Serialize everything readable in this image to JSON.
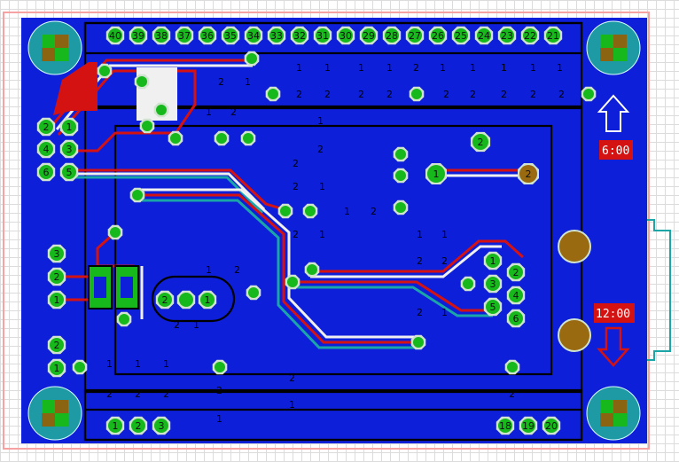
{
  "colors": {
    "copper": "#0e1fd9",
    "board_outline": "#f6a2a2",
    "via_ring": "#cfe3cf",
    "pad_green": "#17b81c",
    "trace_red": "#d51212",
    "trace_white": "#f0f0f0",
    "teal": "#1aa6a6",
    "mount_hole": "#1d9aa3",
    "mount_center": "#8a6410",
    "big_pad": "#9a6a10"
  },
  "header_top_pins": [
    "40",
    "39",
    "38",
    "37",
    "36",
    "35",
    "34",
    "33",
    "32",
    "31",
    "30",
    "29",
    "28",
    "27",
    "26",
    "25",
    "24",
    "23",
    "22",
    "21"
  ],
  "header_bottom_left": [
    "1",
    "2",
    "3"
  ],
  "header_bottom_right": [
    "18",
    "19",
    "20"
  ],
  "left_connector": [
    "2",
    "1",
    "4",
    "3",
    "6",
    "5"
  ],
  "left_pins_mid": [
    "3",
    "2",
    "1"
  ],
  "left_pins_low": [
    "2",
    "1"
  ],
  "crystal_pins": [
    "2",
    "1"
  ],
  "right_connector": [
    "1",
    "2",
    "3",
    "4",
    "5",
    "6"
  ],
  "top_right_pad": "2",
  "mid_pad_left": "1",
  "mid_pad_right": "2",
  "silk_labels_row1": [
    "1",
    "1",
    "1",
    "1",
    "1",
    "1",
    "1",
    "1",
    "1",
    "1",
    "1",
    "1",
    "1"
  ],
  "silk_labels_row2": [
    "2",
    "2",
    "2",
    "2",
    "2",
    "2",
    "2",
    "2",
    "2",
    "2",
    "2",
    "2",
    "2"
  ],
  "display_top": "6:00",
  "display_bottom": "12:00",
  "arrow_up": "up-arrow",
  "arrow_down": "down-arrow"
}
